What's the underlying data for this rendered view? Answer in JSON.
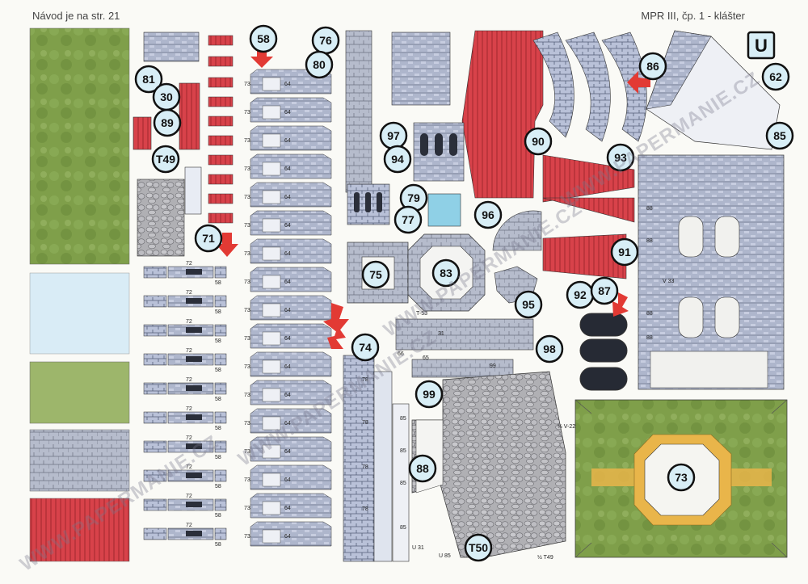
{
  "header": {
    "left": "Návod je na str. 21",
    "right": "MPR III, čp. 1 - klášter"
  },
  "watermark": "WWW.PAPERMANIE.CZ",
  "colors": {
    "roof_red": "#d8424a",
    "stone_blue": "#b7bfd6",
    "stone_dark": "#6a7085",
    "grass": "#7a9a47",
    "sky": "#d9ecf6",
    "wood_orange": "#e9b54a",
    "badge_fill": "#d8eef6"
  },
  "part_numbers": {
    "p58": "58",
    "p76": "76",
    "p80": "80",
    "p81": "81",
    "p30": "30",
    "p89": "89",
    "t49": "T49",
    "p71": "71",
    "p97": "97",
    "p94": "94",
    "p79": "79",
    "p77": "77",
    "p96": "96",
    "p90": "90",
    "p93": "93",
    "p86": "86",
    "p62": "62",
    "p85": "85",
    "p75": "75",
    "p83": "83",
    "p91": "91",
    "p92": "92",
    "p87": "87",
    "p95": "95",
    "p74": "74",
    "p98": "98",
    "p99": "99",
    "p88": "88",
    "t50": "T50",
    "p73": "73",
    "u": "U"
  },
  "small_labels": {
    "l72": "72",
    "l58": "58",
    "l73": "73",
    "l64": "64",
    "l78": "78",
    "l85": "85",
    "l88": "88",
    "t53": "T-53",
    "l31": "31",
    "v33": "V 33",
    "x_t49": "½ T49",
    "u85": "U 85",
    "u31": "U 31",
    "v22": "½ V-22",
    "l66": "66",
    "l65": "65",
    "l99": "99"
  }
}
